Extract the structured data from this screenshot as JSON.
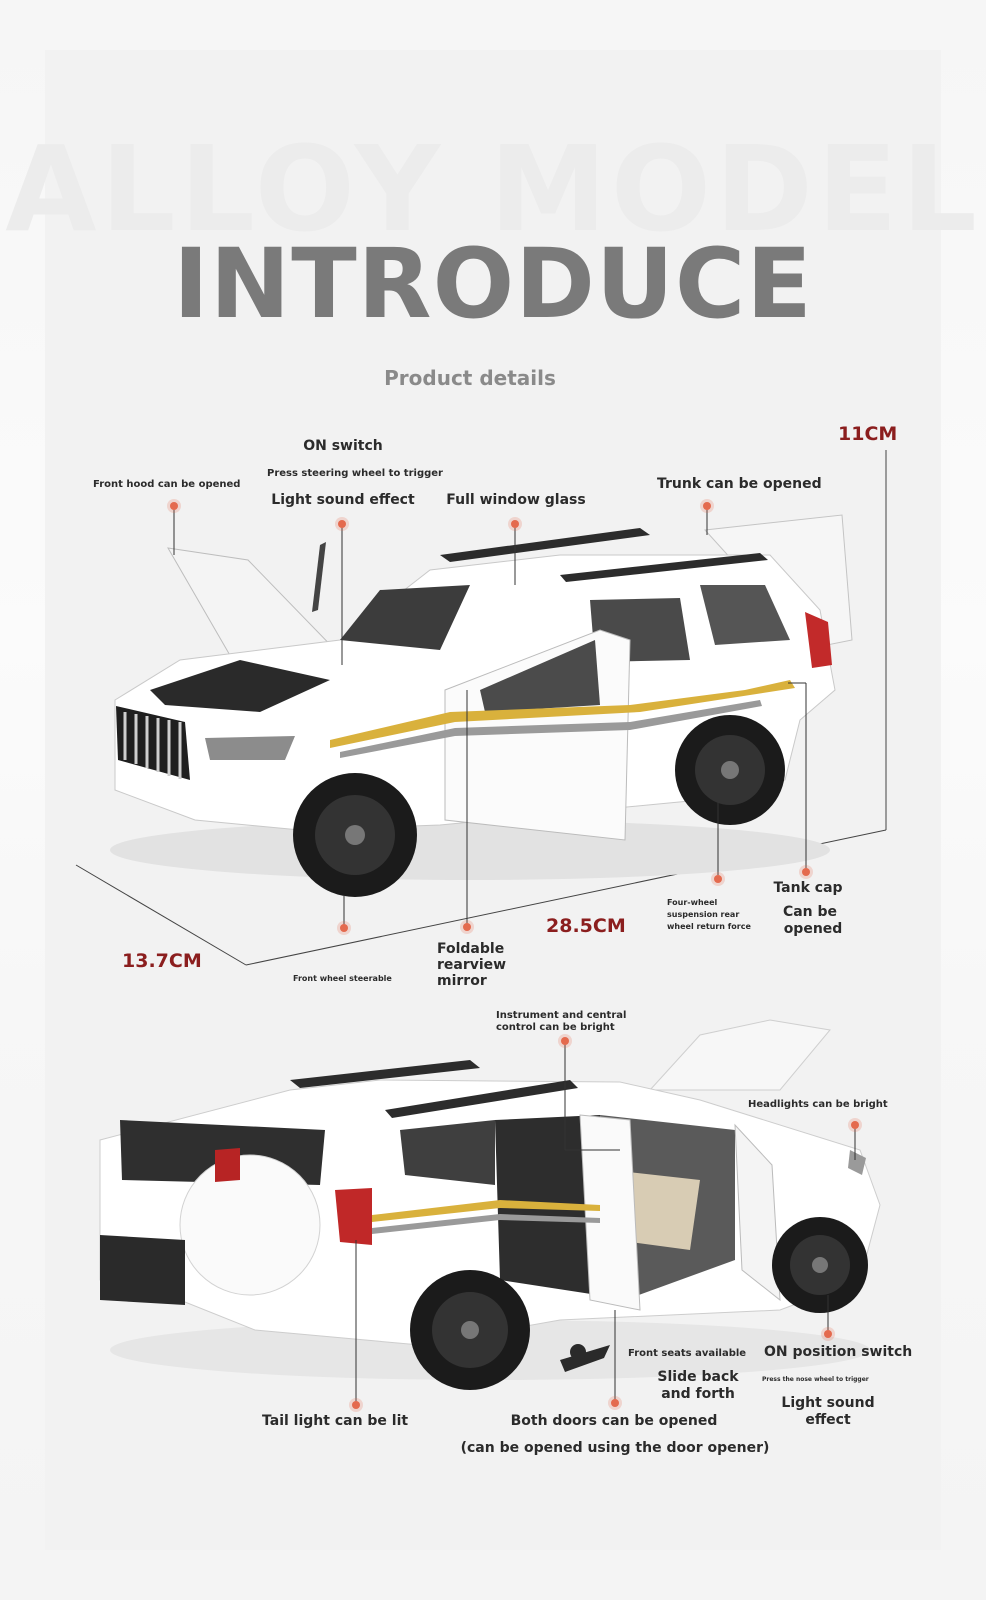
{
  "header": {
    "background_title": "ALLOY MODEL",
    "title": "INTRODUCE",
    "subtitle": "Product details"
  },
  "dimensions": {
    "height": "11CM",
    "width": "13.7CM",
    "length": "28.5CM"
  },
  "top_view": {
    "on_switch": "ON switch",
    "press_steering": "Press steering wheel to trigger",
    "light_sound": "Light sound effect",
    "front_hood": "Front hood can be opened",
    "full_window_glass": "Full window glass",
    "trunk": "Trunk can be opened",
    "four_wheel_1": "Four-wheel",
    "four_wheel_2": "suspension rear",
    "four_wheel_3": "wheel return force",
    "tank_cap": "Tank cap",
    "tank_cap_2": "Can be",
    "tank_cap_3": "opened",
    "foldable_1": "Foldable",
    "foldable_2": "rearview",
    "foldable_3": "mirror",
    "front_wheel": "Front wheel steerable"
  },
  "bottom_view": {
    "instrument_1": "Instrument and central",
    "instrument_2": "control can be bright",
    "headlights": "Headlights can be bright",
    "front_seats": "Front seats available",
    "slide_1": "Slide back",
    "slide_2": "and forth",
    "on_position": "ON position switch",
    "press_nose": "Press the nose wheel to trigger",
    "light_sound_1": "Light sound",
    "light_sound_2": "effect",
    "tail_light": "Tail light can be lit",
    "both_doors": "Both doors can be opened",
    "door_opener": "(can be opened using the door opener)"
  },
  "colors": {
    "dimension_red": "#8b1e1e",
    "marker": "#e46a4e",
    "title_gray": "#7a7a7a",
    "car_body": "#ffffff",
    "stripe_gold": "#d9b13c"
  }
}
